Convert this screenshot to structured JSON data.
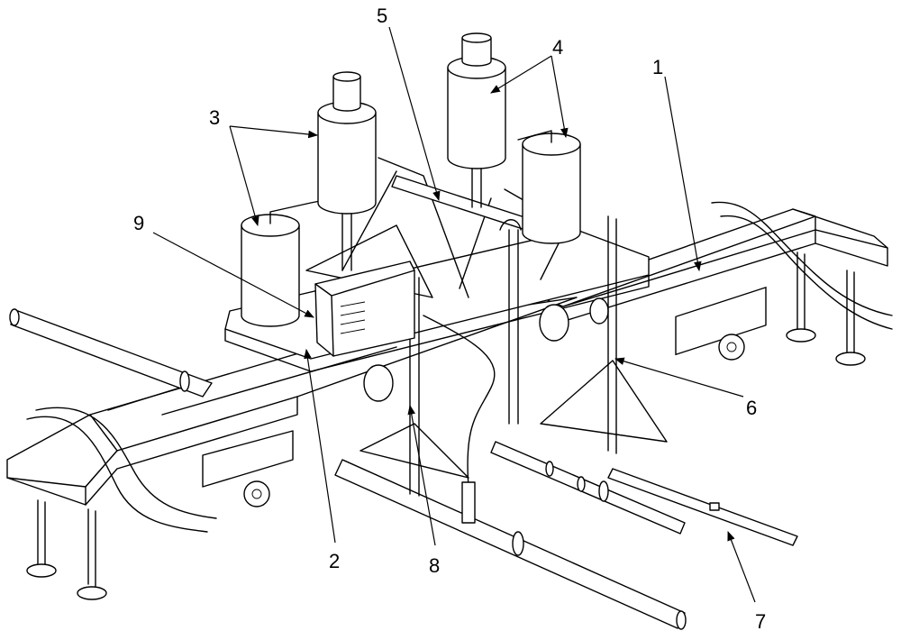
{
  "figure": {
    "type": "patent isometric line drawing",
    "callouts": [
      {
        "id": "1",
        "text": "1"
      },
      {
        "id": "2",
        "text": "2"
      },
      {
        "id": "3",
        "text": "3"
      },
      {
        "id": "4",
        "text": "4"
      },
      {
        "id": "5",
        "text": "5"
      },
      {
        "id": "6",
        "text": "6"
      },
      {
        "id": "7",
        "text": "7"
      },
      {
        "id": "8",
        "text": "8"
      },
      {
        "id": "9",
        "text": "9"
      }
    ]
  }
}
